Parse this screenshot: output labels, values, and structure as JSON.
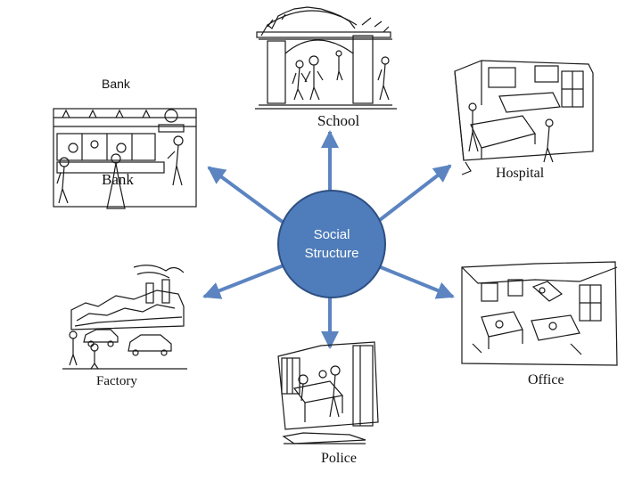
{
  "center": {
    "line1": "Social",
    "line2": "Structure"
  },
  "nodes": {
    "school": {
      "label": "School"
    },
    "bank": {
      "label": "Bank",
      "caption": "Bank"
    },
    "hospital": {
      "label": "Hospital"
    },
    "factory": {
      "label": "Factory"
    },
    "office": {
      "label": "Office"
    },
    "police": {
      "label": "Police"
    }
  },
  "colors": {
    "circle_fill": "#4f7cba",
    "circle_stroke": "#2d4f82",
    "arrow": "#5b84c1",
    "sketch": "#1a1a1a"
  }
}
